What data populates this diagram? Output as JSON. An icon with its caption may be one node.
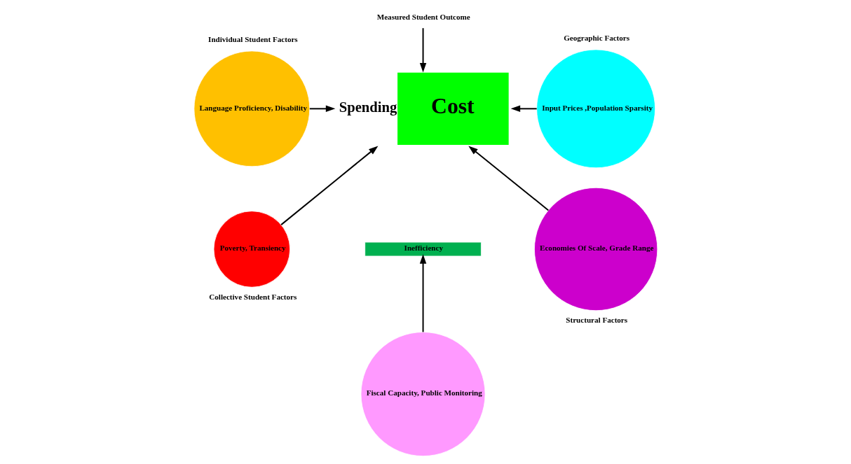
{
  "diagram": {
    "nodes": [
      {
        "text": [
          "Measured Student Outcome"
        ]
      },
      {
        "text": [
          "Cost"
        ],
        "beside": [
          "Spending"
        ]
      },
      {
        "text": [
          "Inefficiency"
        ]
      },
      {
        "text": [
          "Language Proficiency, Disability"
        ],
        "beside": [
          "Individual Student Factors"
        ]
      },
      {
        "text": [
          "Poverty, Transiency"
        ],
        "beside": [
          "Collective Student Factors"
        ]
      },
      {
        "text": [
          "Input Prices ,Population Sparsity"
        ],
        "beside": [
          "Geographic Factors"
        ]
      },
      {
        "text": [
          "Economies Of Scale, Grade Range"
        ],
        "beside": [
          "Structural Factors"
        ]
      },
      {
        "text": [
          "Fiscal Capacity, Public Monitoring"
        ]
      }
    ],
    "edges": [
      {
        "from": 0,
        "to": 1,
        "arrow": "to"
      },
      {
        "from": 3,
        "to": 1,
        "arrow": "to"
      },
      {
        "from": 4,
        "to": 1,
        "arrow": "to"
      },
      {
        "from": 5,
        "to": 1,
        "arrow": "to"
      },
      {
        "from": 6,
        "to": 1,
        "arrow": "to"
      },
      {
        "from": 7,
        "to": 2,
        "arrow": "to"
      }
    ]
  }
}
